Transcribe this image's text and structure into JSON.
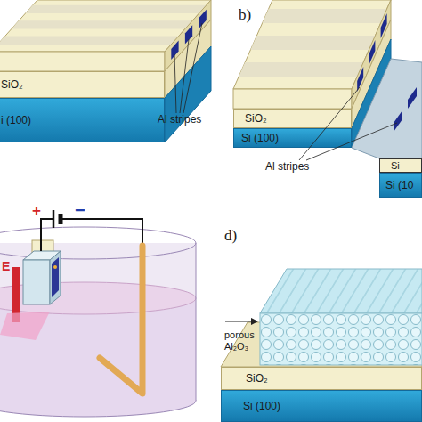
{
  "diagram": {
    "nodes": [
      {
        "text": [
          "SiO₂"
        ]
      },
      {
        "text": [
          "i (100)"
        ]
      },
      {
        "text": [
          "SiO₂"
        ]
      },
      {
        "text": [
          "Si (100)"
        ]
      },
      {
        "text": [
          "Si"
        ]
      },
      {
        "text": [
          "Si (10"
        ]
      },
      {
        "text": [
          "SiO₂"
        ]
      },
      {
        "text": [
          "Si (100)"
        ]
      }
    ],
    "labels": [
      "Al stripes",
      "b)",
      "Al stripes",
      "+",
      "−",
      "E",
      "d)",
      "porous Al₂O₃"
    ]
  }
}
